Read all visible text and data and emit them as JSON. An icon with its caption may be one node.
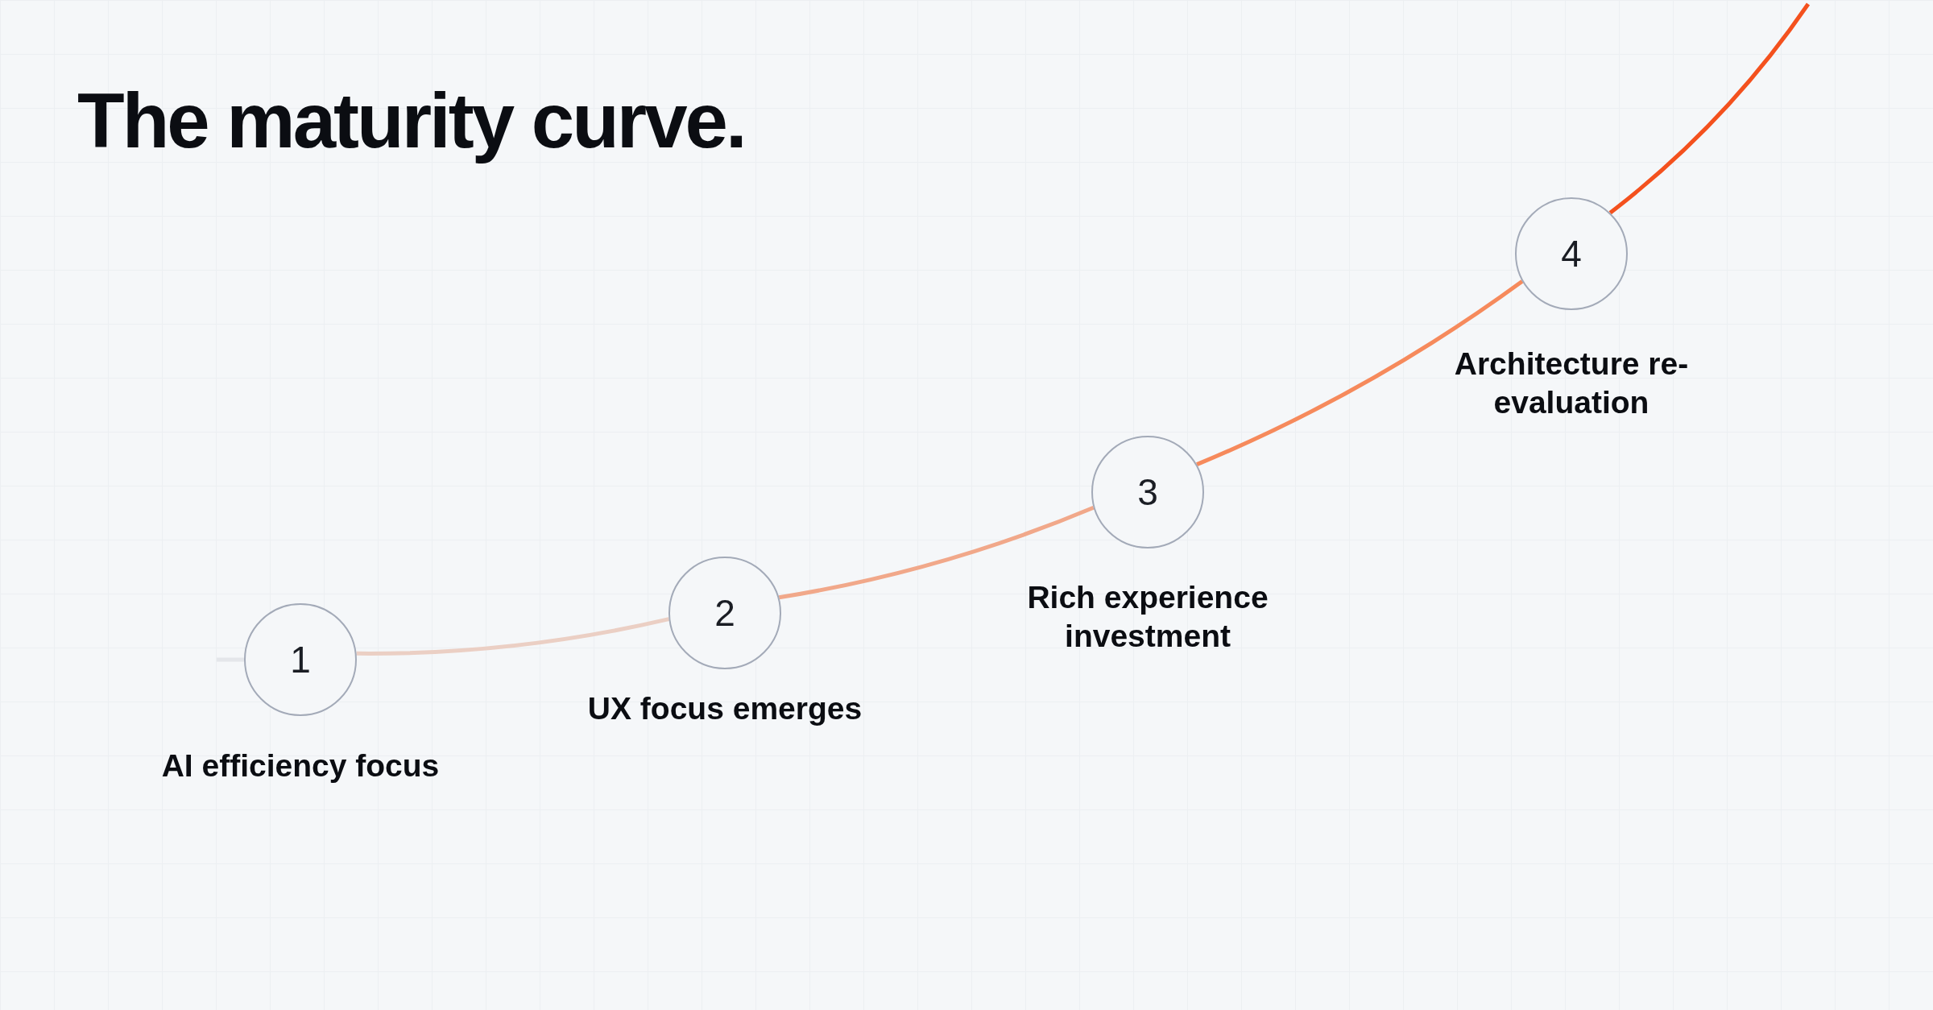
{
  "diagram": {
    "title": "The maturity curve.",
    "nodes": [
      {
        "text": [
          "1"
        ],
        "beside": [
          "AI efficiency focus"
        ]
      },
      {
        "text": [
          "2"
        ],
        "beside": [
          "UX focus emerges"
        ]
      },
      {
        "text": [
          "3"
        ],
        "beside": [
          "Rich experience investment"
        ]
      },
      {
        "text": [
          "4"
        ],
        "beside": [
          "Architecture re-evaluation"
        ]
      }
    ],
    "edges": [
      {
        "from": null,
        "to": 0,
        "arrow": "none",
        "color": "#e4e6ea"
      },
      {
        "from": 0,
        "to": 1,
        "arrow": "none",
        "color": "#ebcfc4"
      },
      {
        "from": 1,
        "to": 2,
        "arrow": "none",
        "color": "#f1a88a"
      },
      {
        "from": 2,
        "to": 3,
        "arrow": "none",
        "color": "#f68a5c"
      },
      {
        "from": 3,
        "to": null,
        "arrow": "none",
        "color": "#f4511e"
      }
    ]
  }
}
